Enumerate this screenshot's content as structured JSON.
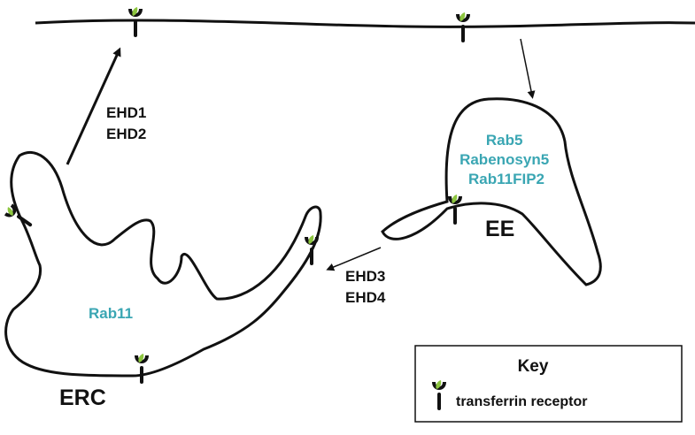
{
  "labels": {
    "ee_markers": [
      "Rab5",
      "Rabenosyn5",
      "Rab11FIP2"
    ],
    "ee_name": "EE",
    "erc_marker": "Rab11",
    "erc_name": "ERC",
    "recycling_to_membrane": [
      "EHD1",
      "EHD2"
    ],
    "ee_to_erc": [
      "EHD3",
      "EHD4"
    ]
  },
  "key": {
    "title": "Key",
    "items": [
      {
        "icon": "transferrin-receptor-icon",
        "label": "transferrin receptor"
      }
    ]
  },
  "colors": {
    "marker_text": "#3aa6b3",
    "receptor_stem": "#111111",
    "receptor_cup": "#111111",
    "receptor_ligand": "#8dc63f"
  }
}
